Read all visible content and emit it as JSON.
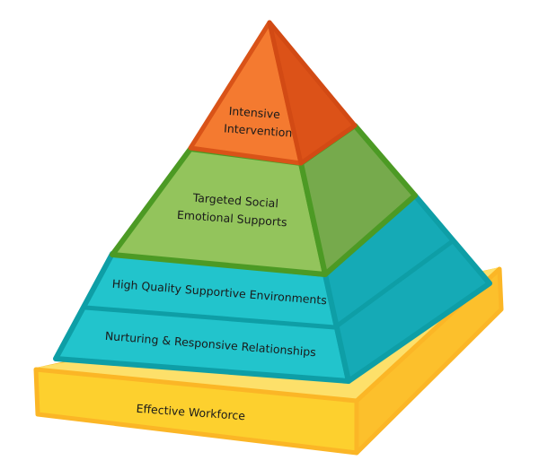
{
  "diagram": {
    "tiers": [
      {
        "label_lines": [
          "Intensive",
          "Intervention"
        ],
        "color": "#f47a30"
      },
      {
        "label_lines": [
          "Targeted Social",
          "Emotional Supports"
        ],
        "color": "#93c45c"
      },
      {
        "label_lines": [
          "High Quality Supportive Environments"
        ],
        "color": "#22c4cc"
      },
      {
        "label_lines": [
          "Nurturing & Responsive Relationships"
        ],
        "color": "#22c4cc"
      }
    ],
    "base": {
      "label": "Effective Workforce",
      "color": "#fdd02e"
    }
  }
}
